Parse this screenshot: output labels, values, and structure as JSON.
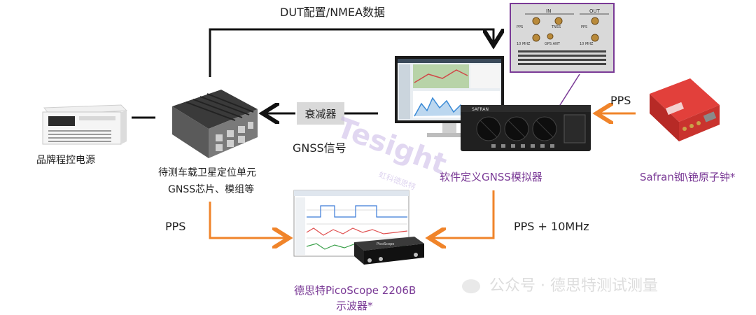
{
  "diagram": {
    "top_label": "DUT配置/NMEA数据",
    "power_label": "品牌程控电源",
    "dut_line1": "待测车载卫星定位单元",
    "dut_line2": "GNSS芯片、模组等",
    "attenuator_label": "衰减器",
    "gnss_signal_label": "GNSS信号",
    "simulator_label": "软件定义GNSS模拟器",
    "clock_label": "Safran铷\\铯原子钟*",
    "pps_right_label": "PPS",
    "pps_left_label": "PPS",
    "pps_10mhz_label": "PPS + 10MHz",
    "scope_line1": "德思特PicoScope 2206B",
    "scope_line2": "示波器*",
    "watermark_brand": "Tesight",
    "watermark_sub": "虹科德思特",
    "wechat_label": "公众号 · 德思特测试测量",
    "panel_in": "IN",
    "panel_out": "OUT",
    "panel_pps_in": "PPS",
    "panel_10mhz_in": "10 MHZ",
    "panel_tnss": "TNSS",
    "panel_gps_ant": "GPS ANT",
    "panel_pps_out": "PPS",
    "panel_10mhz_out": "10 MHZ",
    "safran_text": "SAFRAN"
  },
  "colors": {
    "orange_arrow": "#f0842a",
    "black_arrow": "#111111",
    "purple_text": "#7a3a96",
    "clock_red": "#d2302c",
    "attenuator_fill": "#d9d9d9"
  }
}
